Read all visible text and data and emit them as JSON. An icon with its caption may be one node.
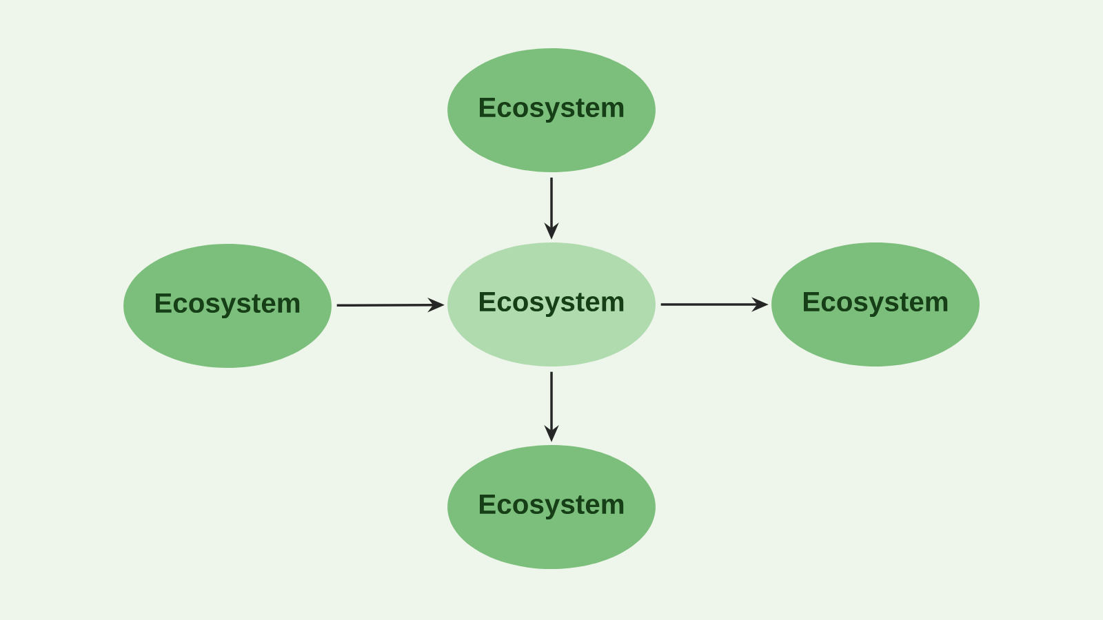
{
  "diagram": {
    "nodes": [
      {
        "text": [
          "Ecosystem"
        ]
      },
      {
        "text": [
          "Ecosystem"
        ]
      },
      {
        "text": [
          "Ecosystem"
        ]
      },
      {
        "text": [
          "Ecosystem"
        ]
      },
      {
        "text": [
          "Ecosystem"
        ]
      }
    ],
    "edges": [
      {
        "from": 0,
        "to": 2,
        "arrow": "to"
      },
      {
        "from": 1,
        "to": 2,
        "arrow": "to"
      },
      {
        "from": 2,
        "to": 3,
        "arrow": "to"
      },
      {
        "from": 2,
        "to": 4,
        "arrow": "to"
      }
    ]
  }
}
